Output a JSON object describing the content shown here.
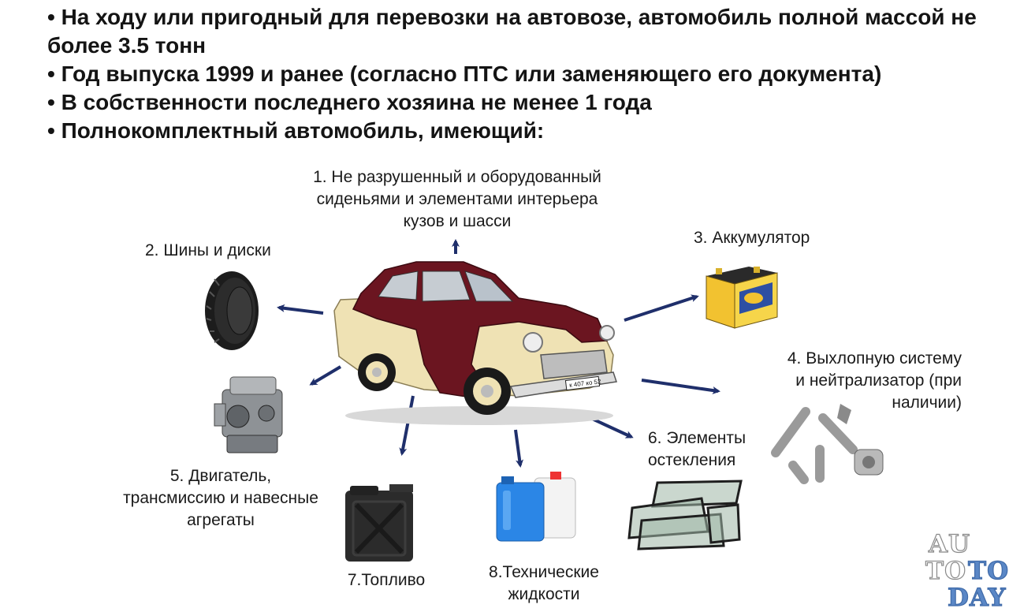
{
  "bullets": [
    "• На ходу или пригодный для перевозки на автовозе, автомобиль полной массой не более 3.5 тонн",
    "• Год выпуска 1999 и ранее (согласно ПТС или заменяющего его документа)",
    "• В собственности последнего хозяина не менее 1 года",
    "• Полнокомплектный автомобиль, имеющий:"
  ],
  "items": {
    "body": [
      "1. Не разрушенный и оборудованный",
      "сиденьями и элементами интерьера",
      "кузов и шасси"
    ],
    "tires": [
      "2. Шины и диски"
    ],
    "battery": [
      "3. Аккумулятор"
    ],
    "exhaust": [
      "4. Выхлопную систему",
      "и нейтрализатор (при",
      "наличии)"
    ],
    "engine": [
      "5. Двигатель,",
      "трансмиссию и навесные",
      "агрегаты"
    ],
    "glass": [
      "6. Элементы",
      "остекления"
    ],
    "fuel": [
      "7.Топливо"
    ],
    "fluids": [
      "8.Технические",
      "жидкости"
    ]
  },
  "car_plate": "к 407 ко 52",
  "watermark": {
    "au": "AU",
    "to1": "TO",
    "to2": "TO",
    "day": "DAY"
  },
  "colors": {
    "arrow": "#1f2f6b",
    "car_body": "#6b1520",
    "car_cream": "#efe2b4",
    "watermark_blue": "#5a87c6"
  }
}
